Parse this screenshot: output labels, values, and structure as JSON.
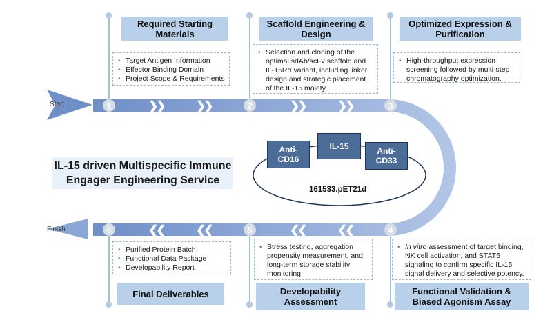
{
  "main_title": {
    "line1": "IL-15 driven Multispecific Immune",
    "line2": "Engager Engineering Service"
  },
  "start_label": "Start",
  "finish_label": "Finish",
  "chevron_right": "❯❯",
  "chevron_left": "❮❮",
  "steps": [
    {
      "number": "1",
      "title": "Required Starting Materials",
      "items": [
        "Target Antigen Information",
        "Effector Binding Domain",
        "Project Scope & Requirements"
      ]
    },
    {
      "number": "2",
      "title": "Scaffold Engineering & Design",
      "text": "Selection and cloning of the optimal sdAb/scFv scaffold and IL-15Rα variant, including linker design and strategic placement of the IL-15 moiety."
    },
    {
      "number": "3",
      "title": "Optimized Expression & Purification",
      "text": "High-throughput expression screening followed by multi-step chromatography optimization."
    },
    {
      "number": "4",
      "title": "Functional Validation & Biased Agonism Assay",
      "text_italic": "In vitro",
      "text": " assessment of target binding, NK cell activation, and STAT5 signaling to confirm specific IL-15 signal delivery and selective potency."
    },
    {
      "number": "5",
      "title": "Developability Assessment",
      "text": "Stress testing, aggregation propensity measurement, and long-term storage stability monitoring."
    },
    {
      "number": "6",
      "title": "Final Deliverables",
      "items": [
        "Purified Protein Batch",
        "Functional Data Package",
        "Developability Report"
      ]
    }
  ],
  "construct": {
    "left": "Anti-CD16",
    "middle": "IL-15",
    "right": "Anti-CD33",
    "plasmid": "161533.pET21d"
  },
  "colors": {
    "track": "#8ea9d6",
    "title_box": "#b8d0ea",
    "node": "#4a6c97"
  }
}
